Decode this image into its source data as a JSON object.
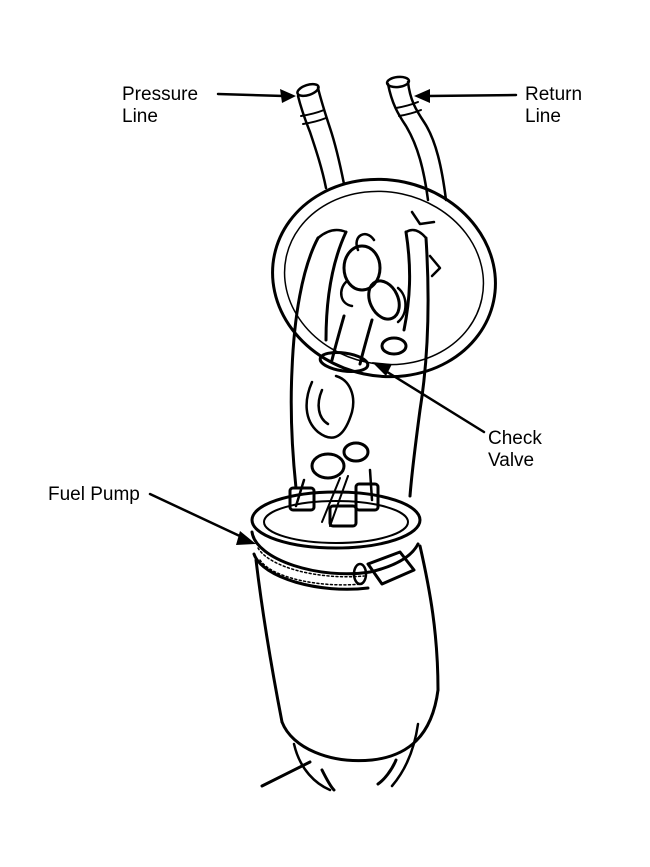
{
  "diagram": {
    "labels": {
      "pressure_line": [
        "Pressure",
        "Line"
      ],
      "return_line": [
        "Return",
        "Line"
      ],
      "check_valve": [
        "Check",
        "Valve"
      ],
      "fuel_pump": [
        "Fuel Pump"
      ]
    },
    "colors": {
      "ink": "#000000",
      "paper": "#ffffff"
    }
  }
}
